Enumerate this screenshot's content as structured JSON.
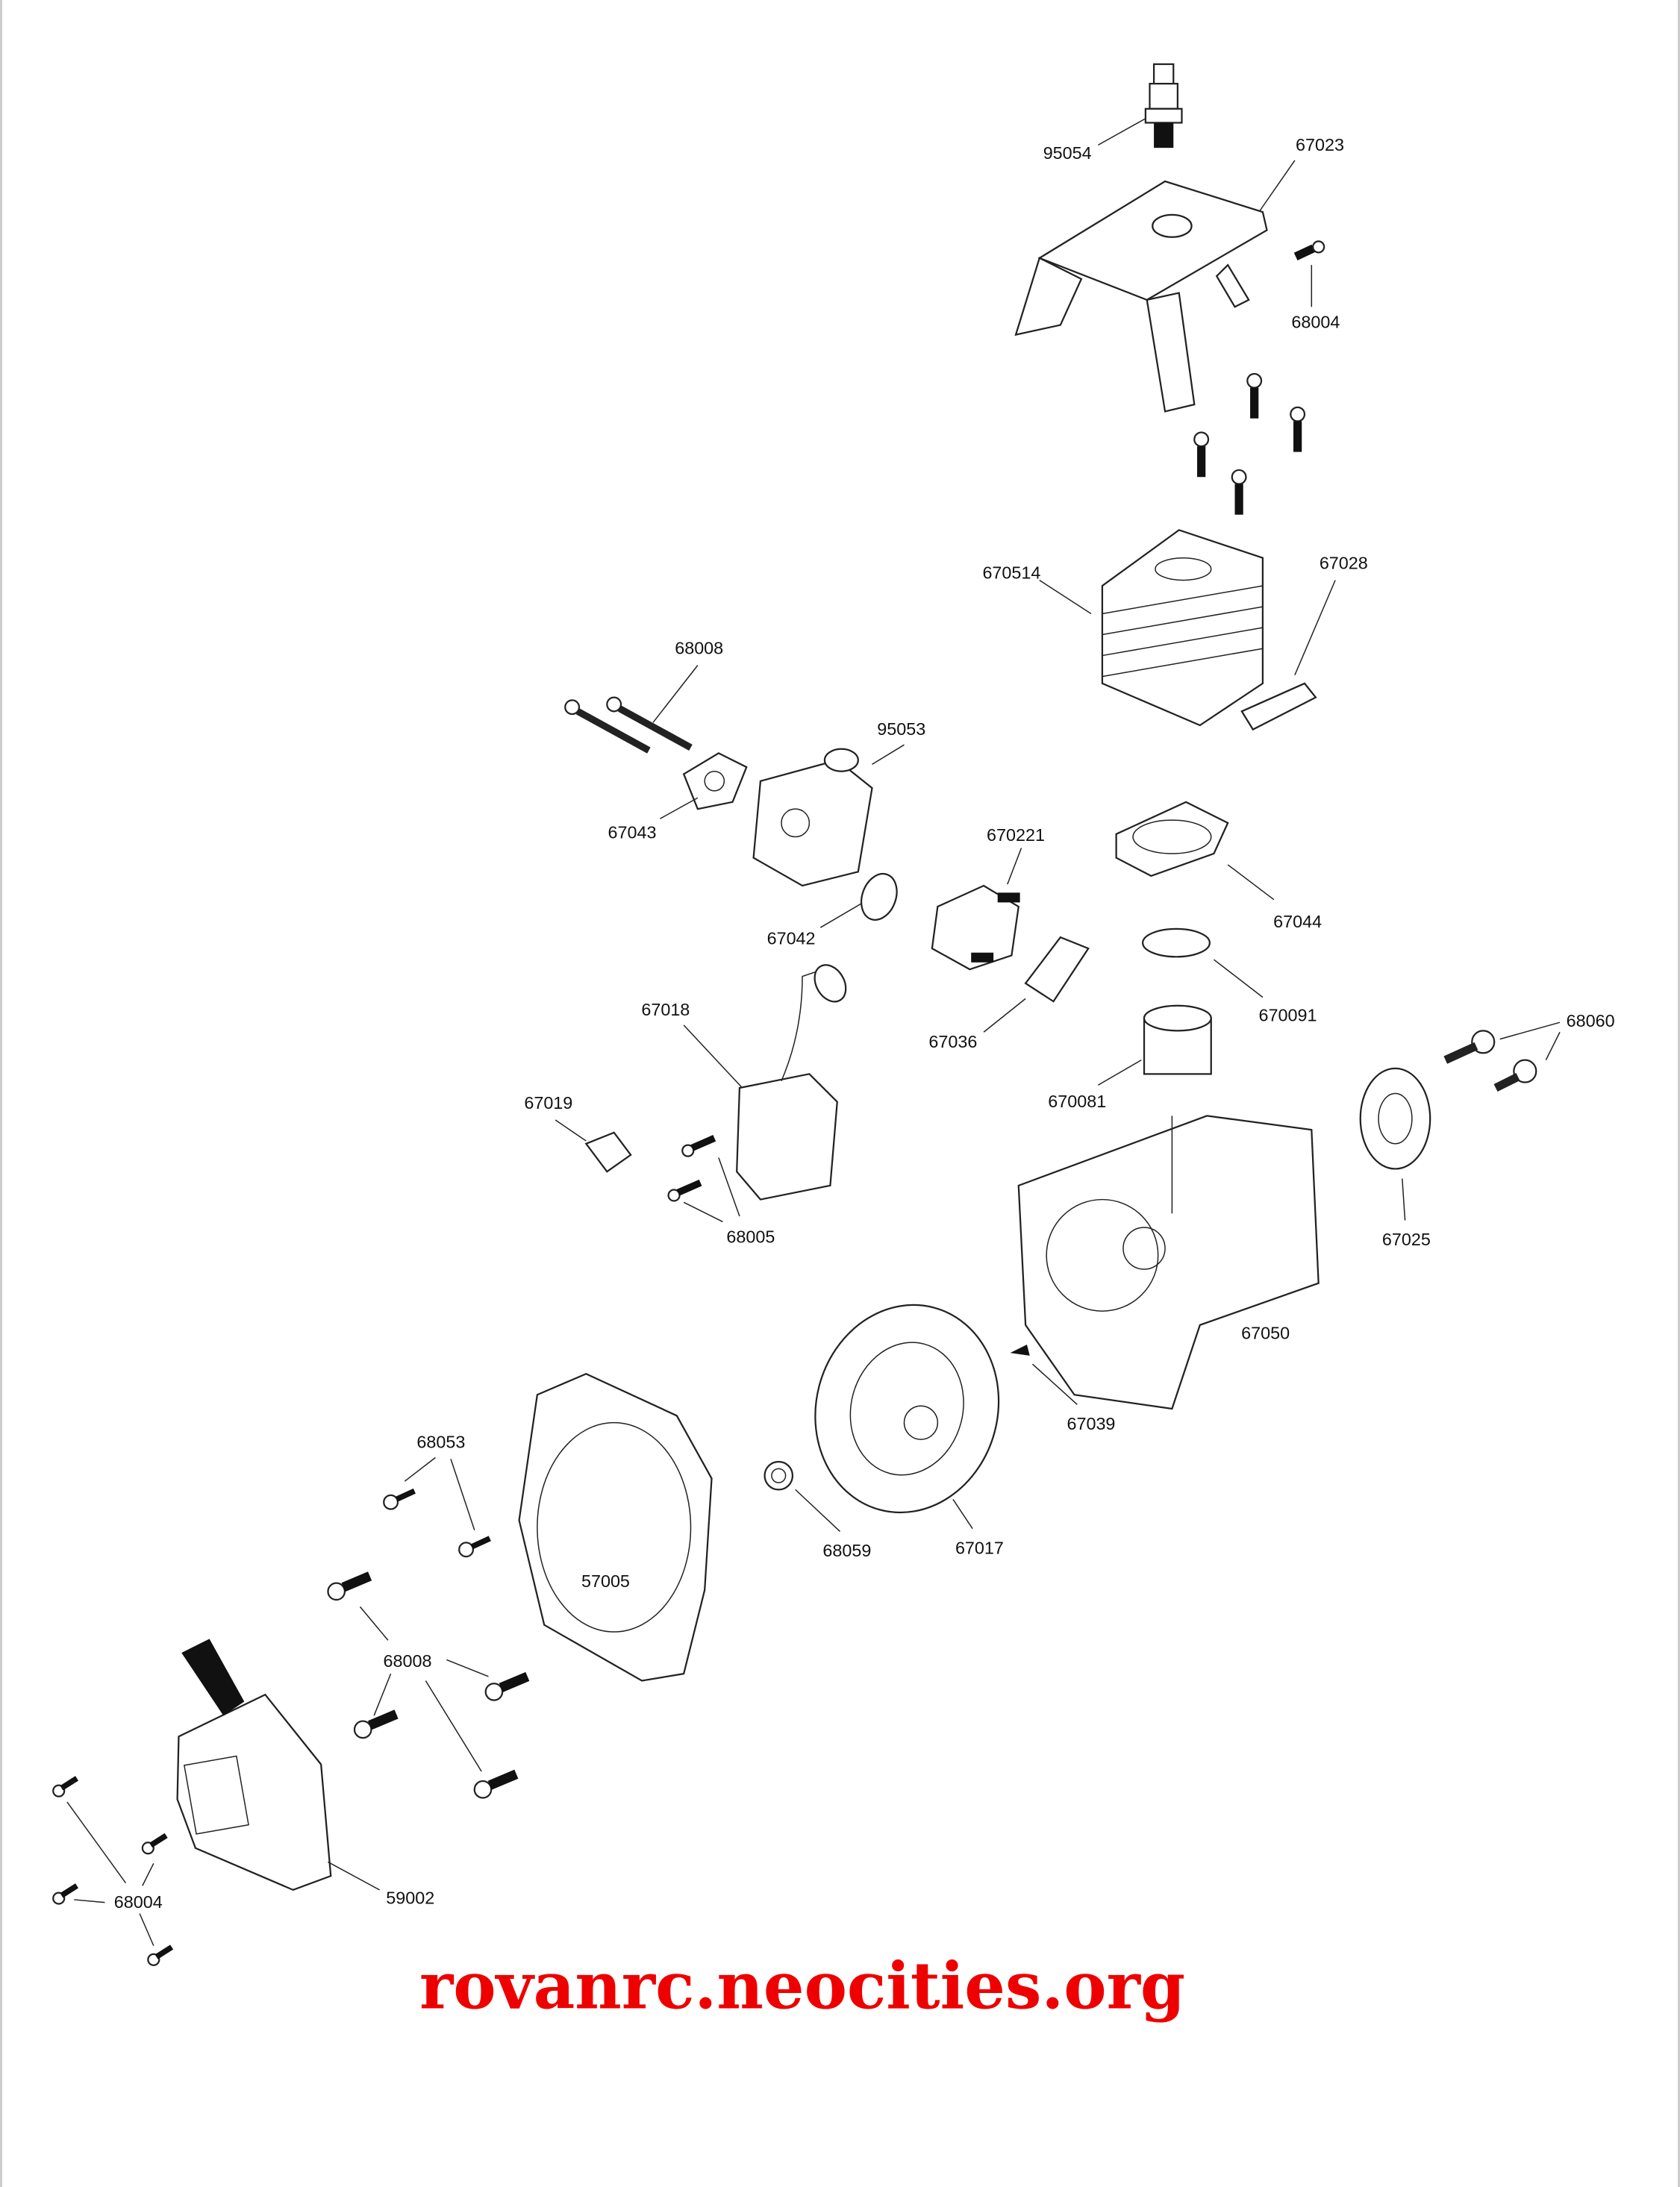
{
  "diagram": {
    "parts": {
      "spark_plug": "95054",
      "top_cover": "67023",
      "top_cover_screw": "68004",
      "cylinder": "670514",
      "exhaust_gasket": "67028",
      "carb_bolts": "68008",
      "carburetor": "95053",
      "carb_gasket_outer": "67043",
      "insulator": "670221",
      "carb_gasket_inner": "67042",
      "cylinder_gasket": "67044",
      "intake_gasket": "67036",
      "piston_ring": "670091",
      "ignition_coil": "67018",
      "clutch_bolts": "68060",
      "piston": "670081",
      "kill_switch": "67019",
      "coil_screws": "68005",
      "clutch": "67025",
      "crankcase": "67050",
      "woodruff_key": "67039",
      "fan_cover_screws": "68053",
      "fan_cover": "57005",
      "flywheel_nut": "68059",
      "flywheel": "67017",
      "fan_cover_bolts": "68008",
      "starter": "59002",
      "starter_screws": "68004"
    },
    "watermark": "rovanrc.neocities.org"
  }
}
